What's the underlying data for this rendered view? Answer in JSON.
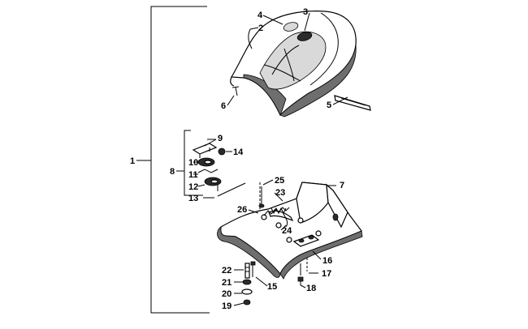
{
  "callouts": [
    {
      "id": "c1",
      "text": "1"
    },
    {
      "id": "c2",
      "text": "2"
    },
    {
      "id": "c3",
      "text": "3"
    },
    {
      "id": "c4",
      "text": "4"
    },
    {
      "id": "c5",
      "text": "5"
    },
    {
      "id": "c6",
      "text": "6"
    },
    {
      "id": "c7",
      "text": "7"
    },
    {
      "id": "c8",
      "text": "8"
    },
    {
      "id": "c9",
      "text": "9"
    },
    {
      "id": "c10",
      "text": "10"
    },
    {
      "id": "c11",
      "text": "11"
    },
    {
      "id": "c12",
      "text": "12"
    },
    {
      "id": "c13",
      "text": "13"
    },
    {
      "id": "c14",
      "text": "14"
    },
    {
      "id": "c15",
      "text": "15"
    },
    {
      "id": "c16",
      "text": "16"
    },
    {
      "id": "c17",
      "text": "17"
    },
    {
      "id": "c18",
      "text": "18"
    },
    {
      "id": "c19",
      "text": "19"
    },
    {
      "id": "c20",
      "text": "20"
    },
    {
      "id": "c21",
      "text": "21"
    },
    {
      "id": "c22",
      "text": "22"
    },
    {
      "id": "c23",
      "text": "23"
    },
    {
      "id": "c24",
      "text": "24"
    },
    {
      "id": "c25",
      "text": "25"
    },
    {
      "id": "c26",
      "text": "26"
    }
  ],
  "colors": {
    "line": "#000000",
    "shade": "#6e6e6e",
    "background": "#ffffff"
  }
}
